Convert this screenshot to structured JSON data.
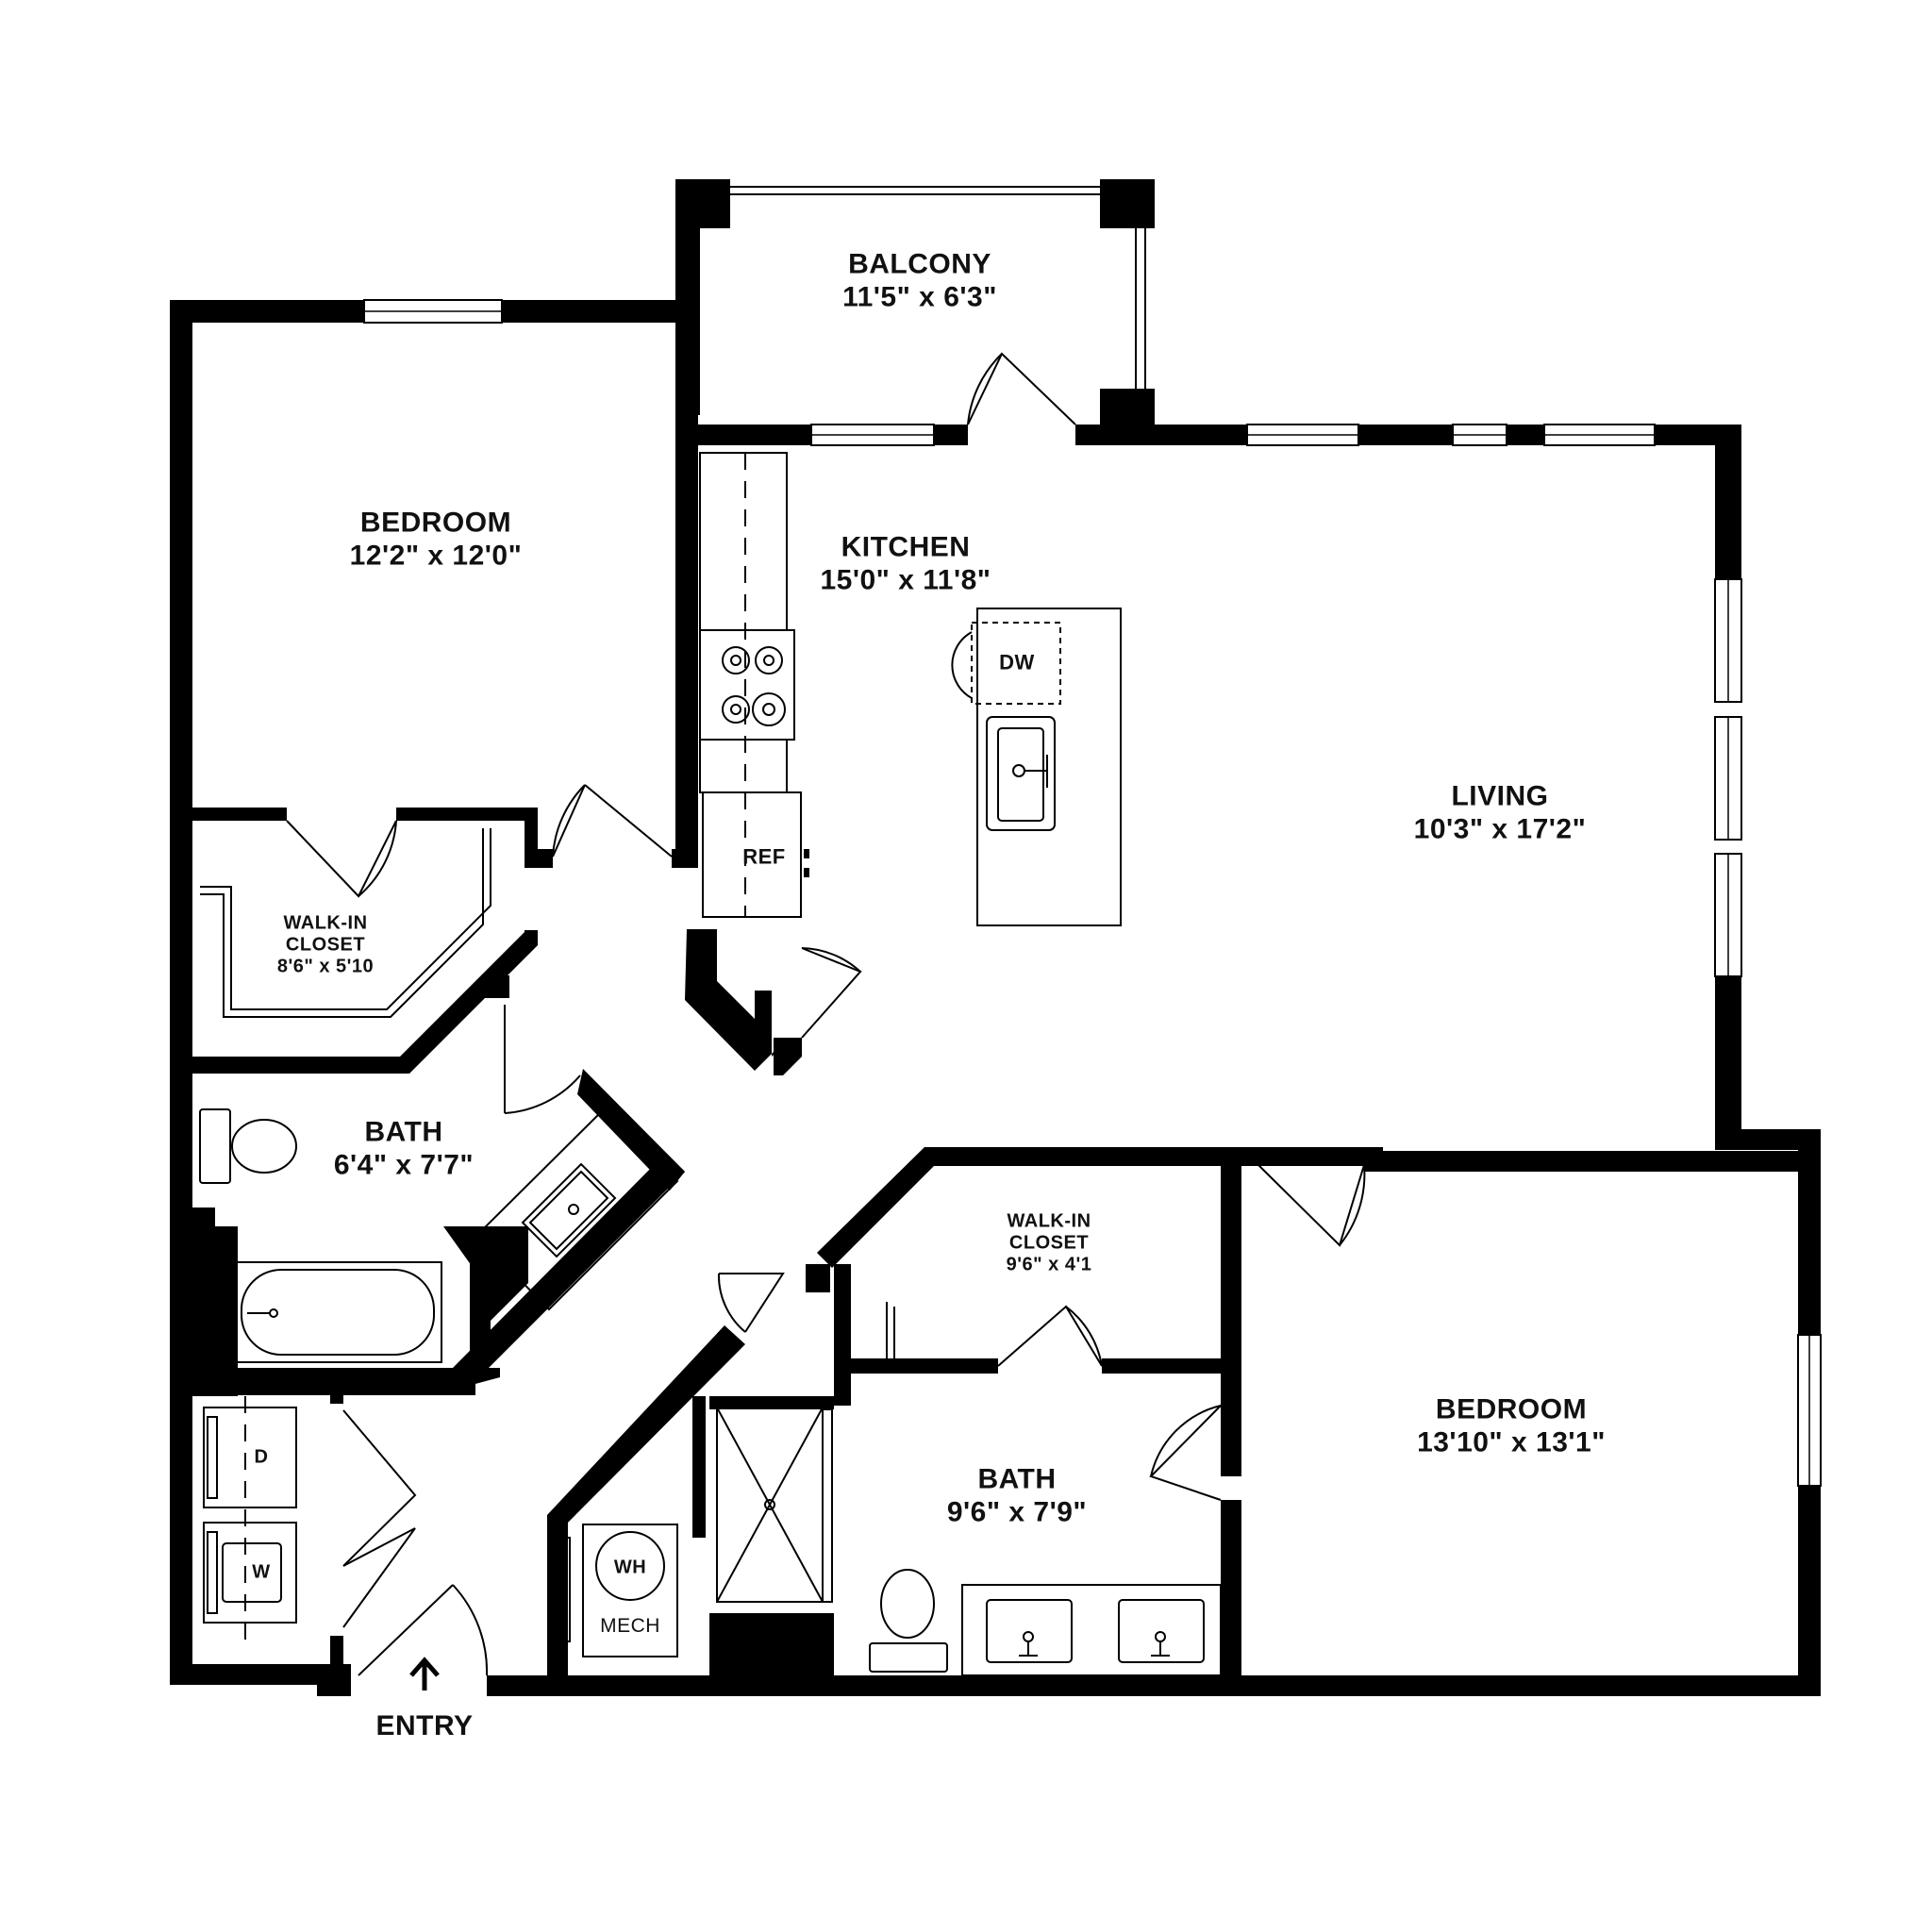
{
  "rooms": {
    "balcony": {
      "name": "BALCONY",
      "dims": "11'5\" x 6'3\""
    },
    "bedroom1": {
      "name": "BEDROOM",
      "dims": "12'2\" x 12'0\""
    },
    "kitchen": {
      "name": "KITCHEN",
      "dims": "15'0\" x 11'8\""
    },
    "living": {
      "name": "LIVING",
      "dims": "10'3\" x 17'2\""
    },
    "closet1": {
      "name1": "WALK-IN",
      "name2": "CLOSET",
      "dims": "8'6\" x 5'10"
    },
    "bath1": {
      "name": "BATH",
      "dims": "6'4\" x 7'7\""
    },
    "closet2": {
      "name1": "WALK-IN",
      "name2": "CLOSET",
      "dims": "9'6\" x 4'1"
    },
    "bath2": {
      "name": "BATH",
      "dims": "9'6\" x 7'9\""
    },
    "bedroom2": {
      "name": "BEDROOM",
      "dims": "13'10\" x 13'1\""
    }
  },
  "fixtures": {
    "dishwasher": "DW",
    "refrigerator": "REF",
    "dryer": "D",
    "washer": "W",
    "water_heater": "WH",
    "mechanical": "MECH"
  },
  "entry": "ENTRY"
}
